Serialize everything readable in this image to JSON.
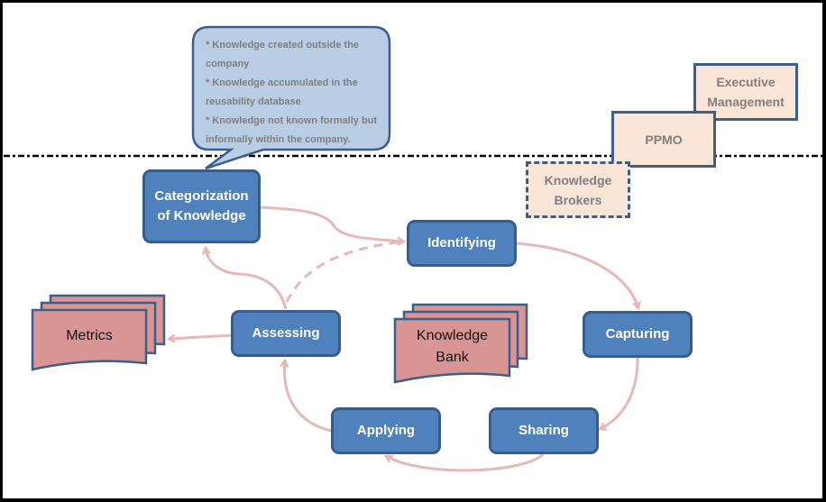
{
  "diagram": {
    "type": "knowledge-management-cycle",
    "callout": {
      "lines": [
        "* Knowledge created outside the",
        "company",
        "* Knowledge accumulated in the",
        "reusability database",
        "* Knowledge not known formally but",
        "informally within the company."
      ]
    },
    "roles": {
      "executive_management": {
        "line1": "Executive",
        "line2": "Management"
      },
      "ppmo": {
        "label": "PPMO"
      },
      "knowledge_brokers": {
        "line1": "Knowledge",
        "line2": "Brokers"
      }
    },
    "process_nodes": {
      "categorization": {
        "line1": "Categorization",
        "line2": "of Knowledge"
      },
      "identifying": {
        "label": "Identifying"
      },
      "capturing": {
        "label": "Capturing"
      },
      "sharing": {
        "label": "Sharing"
      },
      "applying": {
        "label": "Applying"
      },
      "assessing": {
        "label": "Assessing"
      }
    },
    "documents": {
      "metrics": {
        "label": "Metrics"
      },
      "knowledge_bank": {
        "line1": "Knowledge",
        "line2": "Bank"
      }
    },
    "connections": [
      {
        "from": "Categorization of Knowledge",
        "to": "Identifying",
        "style": "solid"
      },
      {
        "from": "Identifying",
        "to": "Capturing",
        "style": "solid"
      },
      {
        "from": "Capturing",
        "to": "Sharing",
        "style": "solid"
      },
      {
        "from": "Sharing",
        "to": "Applying",
        "style": "solid"
      },
      {
        "from": "Applying",
        "to": "Assessing",
        "style": "solid"
      },
      {
        "from": "Assessing",
        "to": "Categorization of Knowledge",
        "style": "solid"
      },
      {
        "from": "Assessing",
        "to": "Identifying",
        "style": "dashed"
      },
      {
        "from": "Assessing",
        "to": "Metrics",
        "style": "solid"
      }
    ],
    "colors": {
      "process_fill": "#4f81bd",
      "process_border": "#385d8a",
      "document_fill": "#d99594",
      "role_fill": "#fbe5d6",
      "callout_fill": "#b9cde5",
      "arrow": "#e6b9b8"
    }
  }
}
